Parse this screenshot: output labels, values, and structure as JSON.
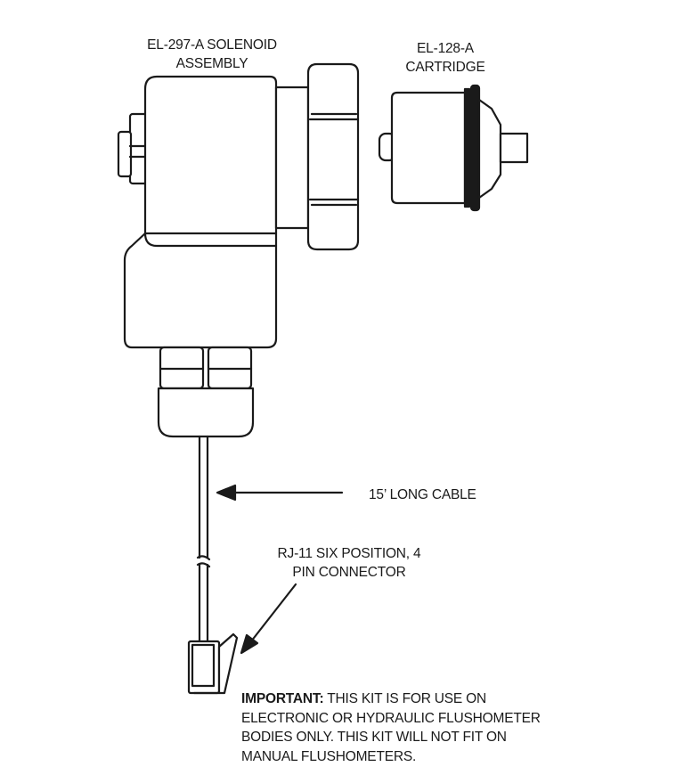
{
  "labels": {
    "solenoid": {
      "line1": "EL-297-A SOLENOID",
      "line2": "ASSEMBLY"
    },
    "cartridge": {
      "line1": "EL-128-A",
      "line2": "CARTRIDGE"
    },
    "cable": "15’ LONG CABLE",
    "connector": {
      "line1": "RJ-11 SIX POSITION, 4",
      "line2": "PIN CONNECTOR"
    }
  },
  "note": {
    "important": "IMPORTANT:",
    "line1": "THIS KIT IS FOR USE ON",
    "line2": "ELECTRONIC OR HYDRAULIC FLUSHOMETER",
    "line3": "BODIES ONLY. THIS KIT WILL NOT FIT ON",
    "line4": "MANUAL FLUSHOMETERS."
  },
  "colors": {
    "ink": "#1a1a1a",
    "background": "#ffffff"
  }
}
